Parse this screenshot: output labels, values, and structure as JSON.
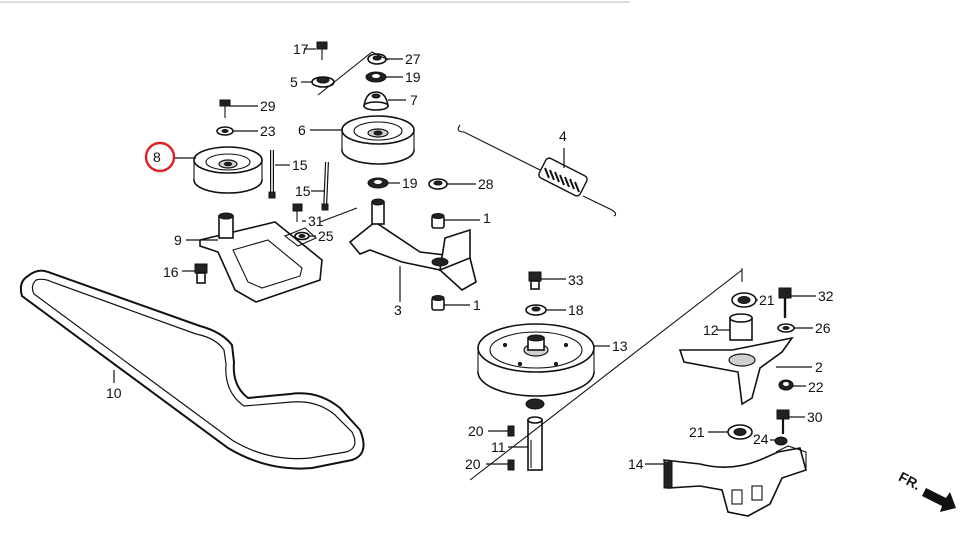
{
  "diagram": {
    "highlight_color": "#e02020",
    "highlighted_part": "8",
    "direction_indicator": "FR.",
    "parts": [
      {
        "id": "p17",
        "label": "17"
      },
      {
        "id": "p27",
        "label": "27"
      },
      {
        "id": "p5",
        "label": "5"
      },
      {
        "id": "p19a",
        "label": "19"
      },
      {
        "id": "p29",
        "label": "29"
      },
      {
        "id": "p7",
        "label": "7"
      },
      {
        "id": "p23",
        "label": "23"
      },
      {
        "id": "p6",
        "label": "6"
      },
      {
        "id": "p4",
        "label": "4"
      },
      {
        "id": "p8",
        "label": "8"
      },
      {
        "id": "p15a",
        "label": "15"
      },
      {
        "id": "p19b",
        "label": "19"
      },
      {
        "id": "p28",
        "label": "28"
      },
      {
        "id": "p15b",
        "label": "15"
      },
      {
        "id": "p31",
        "label": "31"
      },
      {
        "id": "p1a",
        "label": "1"
      },
      {
        "id": "p25",
        "label": "25"
      },
      {
        "id": "p9",
        "label": "9"
      },
      {
        "id": "p16",
        "label": "16"
      },
      {
        "id": "p33",
        "label": "33"
      },
      {
        "id": "p3",
        "label": "3"
      },
      {
        "id": "p1b",
        "label": "1"
      },
      {
        "id": "p18",
        "label": "18"
      },
      {
        "id": "p21a",
        "label": "21"
      },
      {
        "id": "p32",
        "label": "32"
      },
      {
        "id": "p12",
        "label": "12"
      },
      {
        "id": "p26",
        "label": "26"
      },
      {
        "id": "p13",
        "label": "13"
      },
      {
        "id": "p2",
        "label": "2"
      },
      {
        "id": "p22",
        "label": "22"
      },
      {
        "id": "p10",
        "label": "10"
      },
      {
        "id": "p30",
        "label": "30"
      },
      {
        "id": "p20a",
        "label": "20"
      },
      {
        "id": "p21b",
        "label": "21"
      },
      {
        "id": "p24",
        "label": "24"
      },
      {
        "id": "p11",
        "label": "11"
      },
      {
        "id": "p14",
        "label": "14"
      },
      {
        "id": "p20b",
        "label": "20"
      }
    ]
  }
}
